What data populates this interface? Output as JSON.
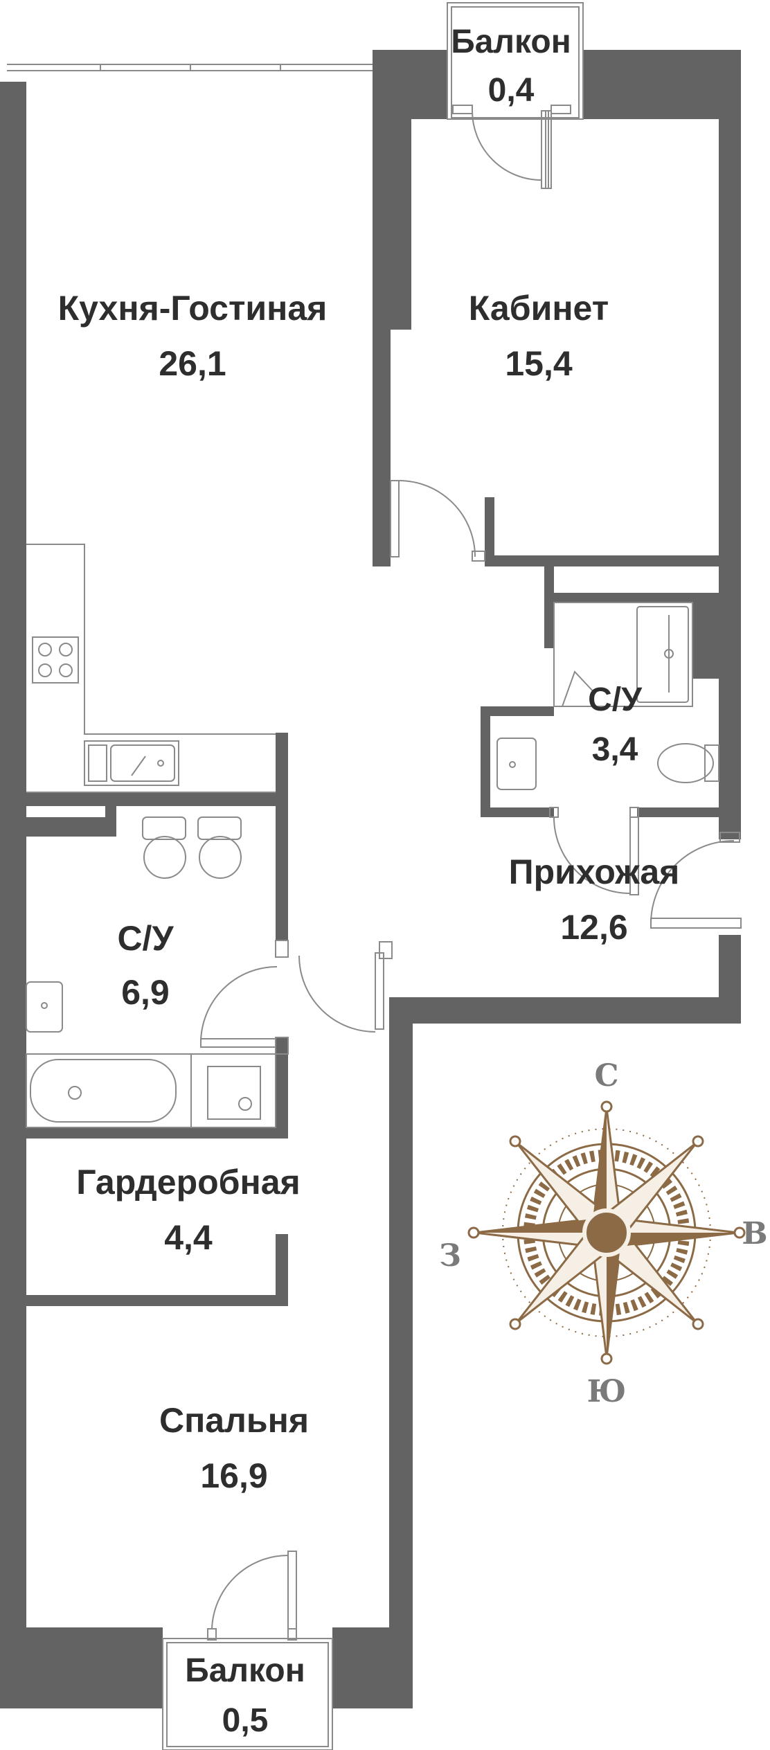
{
  "colors": {
    "wall": "#636363",
    "line": "#8a8a8a",
    "text": "#2e2e2e",
    "compass": "#8b6a45",
    "compass_label": "#7a7a7a"
  },
  "rooms": [
    {
      "id": "kitchen",
      "name": "Кухня-Гостиная",
      "area": "26,1"
    },
    {
      "id": "office",
      "name": "Кабинет",
      "area": "15,4"
    },
    {
      "id": "balcony_top",
      "name": "Балкон",
      "area": "0,4"
    },
    {
      "id": "bathroom_small",
      "name": "С/У",
      "area": "3,4"
    },
    {
      "id": "hall",
      "name": "Прихожая",
      "area": "12,6"
    },
    {
      "id": "bathroom_big",
      "name": "С/У",
      "area": "6,9"
    },
    {
      "id": "wardrobe",
      "name": "Гардеробная",
      "area": "4,4"
    },
    {
      "id": "bedroom",
      "name": "Спальня",
      "area": "16,9"
    },
    {
      "id": "balcony_bottom",
      "name": "Балкон",
      "area": "0,5"
    }
  ],
  "compass": {
    "north": "С",
    "south": "Ю",
    "east": "В",
    "west": "З"
  }
}
